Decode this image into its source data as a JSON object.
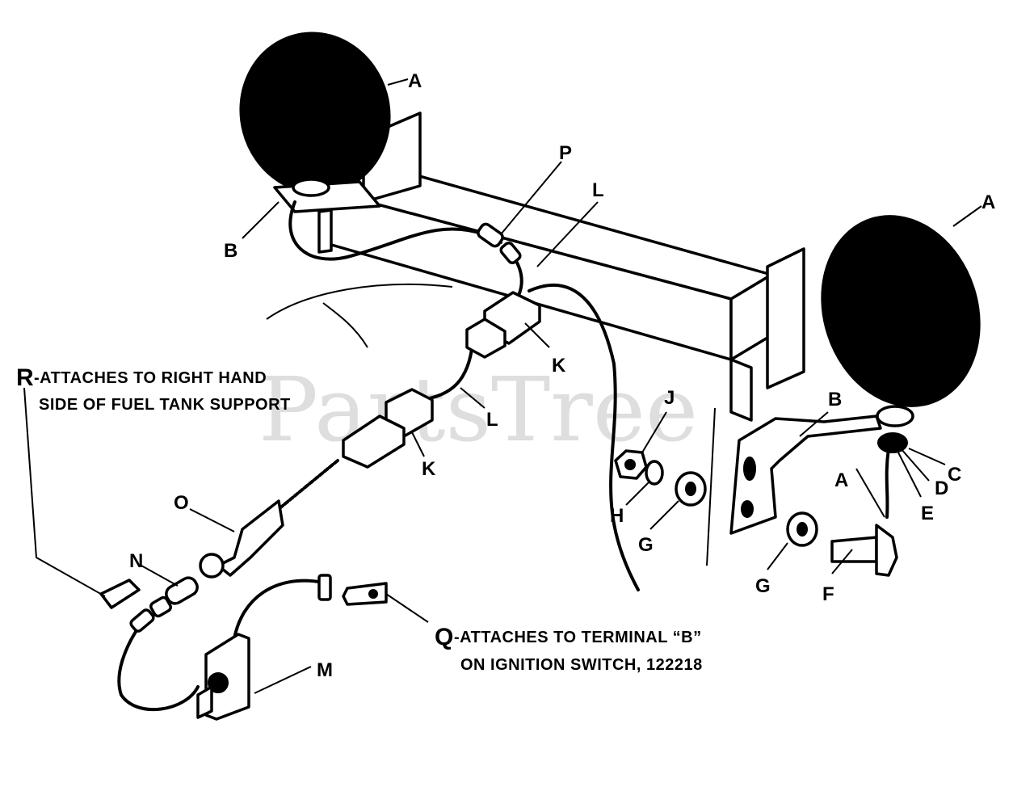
{
  "diagram": {
    "watermark": "PartsTree",
    "labels": {
      "A1": "A",
      "A2": "A",
      "A3": "A",
      "B1": "B",
      "B2": "B",
      "C": "C",
      "D": "D",
      "E": "E",
      "F": "F",
      "G1": "G",
      "G2": "G",
      "H": "H",
      "J": "J",
      "K1": "K",
      "K2": "K",
      "L1": "L",
      "L2": "L",
      "M": "M",
      "N": "N",
      "O": "O",
      "P": "P"
    },
    "notes": {
      "R": {
        "letter": "R",
        "line1": "-ATTACHES TO RIGHT HAND",
        "line2": "SIDE OF FUEL TANK SUPPORT"
      },
      "Q": {
        "letter": "Q",
        "line1": "-ATTACHES TO TERMINAL “B”",
        "line2": "ON IGNITION SWITCH, 122218"
      }
    }
  }
}
